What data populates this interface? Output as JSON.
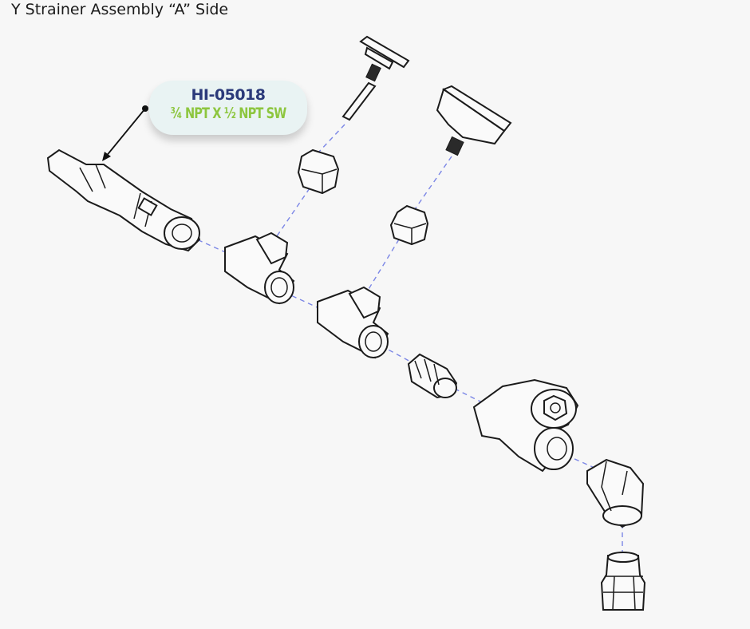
{
  "title": "Y Strainer Assembly “A” Side",
  "callout": {
    "part_number": "HI-05018",
    "spec": "¾ NPT X ½ NPT SW"
  },
  "colors": {
    "part_number": "#2b3a7a",
    "spec": "#8dc63f",
    "dashed_lines": "#7b86e6",
    "callout_bg": "#e9f3f3"
  }
}
